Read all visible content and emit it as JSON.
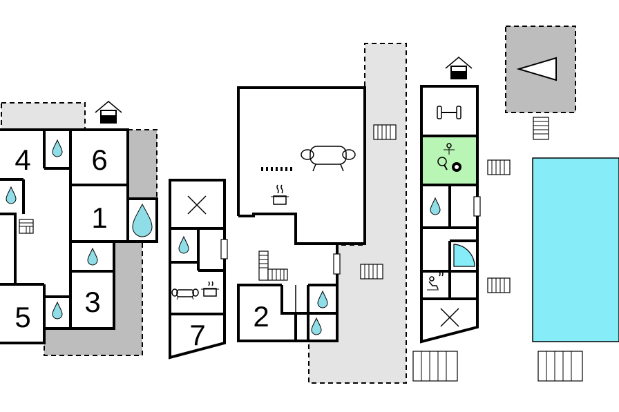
{
  "rooms": {
    "r1": "1",
    "r2": "2",
    "r3": "3",
    "r4": "4",
    "r5": "5",
    "r6": "6",
    "r7": "7"
  },
  "colors": {
    "wall": "#000000",
    "terrace_dark": "#bdbdbd",
    "terrace_light": "#e4e4e4",
    "pool": "#86ecf7",
    "water_drop": "#8fdde6",
    "game_room": "#b9f5b4"
  },
  "icons": [
    "house-entrance-icon",
    "water-drop-icon",
    "stairs-icon",
    "sofa-icon",
    "cooking-pot-icon",
    "fireplace-icon",
    "dumbbell-icon",
    "table-tennis-icon",
    "billiard-ball-icon",
    "foosball-icon",
    "shower-corner-icon",
    "sauna-icon",
    "window-icon",
    "bed-cross-icon",
    "compass-north-arrow-icon",
    "swimming-pool"
  ]
}
